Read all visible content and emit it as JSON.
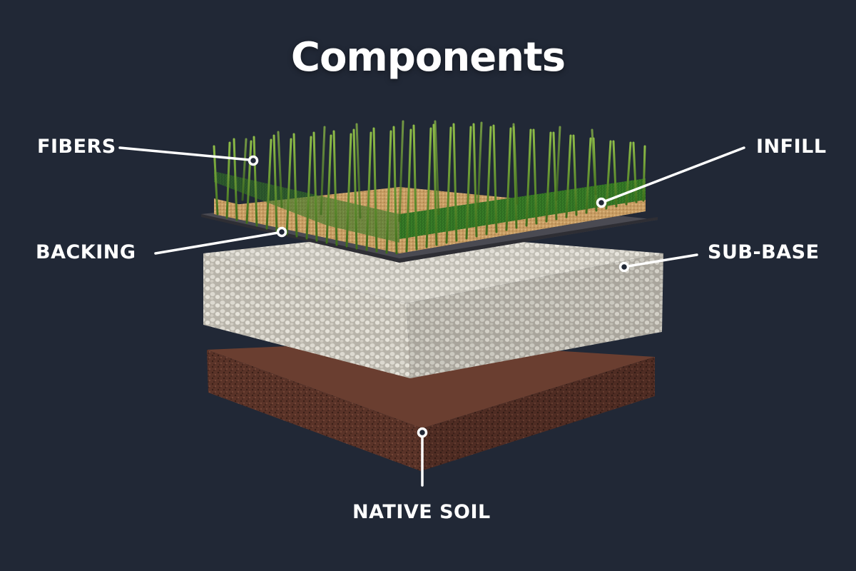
{
  "title": "Components",
  "colors": {
    "background": "#212836",
    "label_text": "#ffffff",
    "callout_line": "#ffffff",
    "grass_light": "#7aa83a",
    "grass_dark": "#2f6a1e",
    "infill": "#c9a16a",
    "backing": "#4a4a52",
    "subbase": "#c9c6bd",
    "soil": "#5a3328"
  },
  "layers": [
    {
      "id": "fibers",
      "label": "FIBERS"
    },
    {
      "id": "infill",
      "label": "INFILL"
    },
    {
      "id": "backing",
      "label": "BACKING"
    },
    {
      "id": "sub-base",
      "label": "SUB-BASE"
    },
    {
      "id": "native-soil",
      "label": "NATIVE SOIL"
    }
  ]
}
